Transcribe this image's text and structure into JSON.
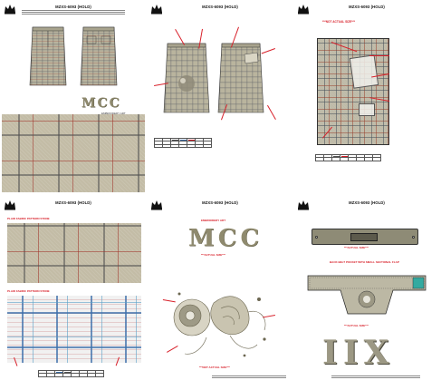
{
  "colors": {
    "callout_red": "#d8202a",
    "plaid_base": "#bdb9a6",
    "plaid_blue": "#3c6eaa"
  },
  "header": {
    "style_no": "MZXS-6093 (HOLD)"
  },
  "pages": [
    {
      "id": "sheet-1",
      "title": "MZXS-6093 (HOLD)",
      "page_no": "",
      "embroidery_label": "EMBROIDERY ART",
      "mcc_text": "MCC"
    },
    {
      "id": "sheet-2",
      "title": "MZXS-6093 (HOLD)",
      "page_no": "",
      "not_actual_size": "",
      "callouts": [
        "",
        "",
        "",
        "",
        "",
        "",
        "",
        "",
        ""
      ]
    },
    {
      "id": "sheet-3",
      "title": "MZXS-6093 (HOLD)",
      "page_no": "",
      "not_actual_size": "***NOT ACTUAL SIZE***",
      "callouts": [
        "",
        "",
        "",
        "",
        "",
        ""
      ]
    },
    {
      "id": "sheet-4",
      "title": "MZXS-6093 (HOLD)",
      "page_no": "",
      "fabric_label_1": "PLAID FABRIC PATTERN STONE",
      "fabric_label_2": "PLAID FABRIC PATTERN STONE"
    },
    {
      "id": "sheet-5",
      "title": "MZXS-6093 (HOLD)",
      "page_no": "",
      "embroidery_label": "EMBROIDERY ART",
      "mcc_text": "MCC",
      "actual_size": "***ACTUAL SIZE***",
      "wash_note": "",
      "not_actual_size": "***NOT ACTUAL SIZE***"
    },
    {
      "id": "sheet-6",
      "title": "MZXS-6093 (HOLD)",
      "page_no": "",
      "pocket_label": "",
      "actual_size_1": "***ACTUAL SIZE***",
      "back_pocket_label": "BACK BELT POCKET WITH SMALL SECTIONAL FLAP",
      "actual_size_2": "***ACTUAL SIZE***",
      "letters": "IIX"
    }
  ]
}
